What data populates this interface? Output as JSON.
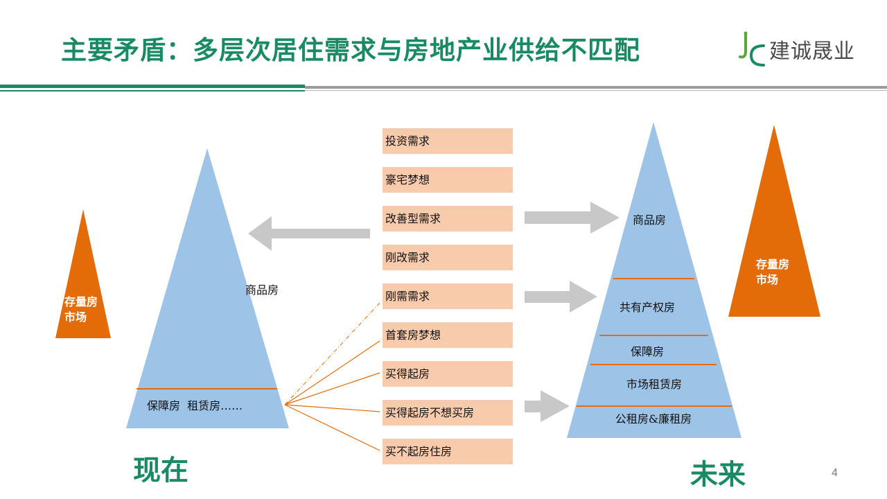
{
  "slide": {
    "title": "主要矛盾：多层次居住需求与房地产业供给不匹配",
    "page_number": "4",
    "colors": {
      "green": "#1a8a64",
      "pyramid_blue": "#9dc3e6",
      "orange": "#e36c09",
      "box_fill": "#f8cbad",
      "arrow_gray": "#c8c8c8"
    }
  },
  "logo": {
    "text": "建诚晟业",
    "icon": "jc-logo-icon"
  },
  "demands": [
    "投资需求",
    "豪宅梦想",
    "改善型需求",
    "刚改需求",
    "刚需需求",
    "首套房梦想",
    "买得起房",
    "买得起房不想买房",
    "买不起房住房"
  ],
  "present": {
    "label": "现在",
    "pyramid_top_label": "商品房",
    "pyramid_bottom_label": "保障房  租赁房……",
    "stock_market": "存量房\n市场"
  },
  "future": {
    "label": "未来",
    "tiers": [
      "商品房",
      "共有产权房",
      "保障房",
      "市场租赁房",
      "公租房&廉租房"
    ],
    "stock_market": "存量房\n市场"
  }
}
